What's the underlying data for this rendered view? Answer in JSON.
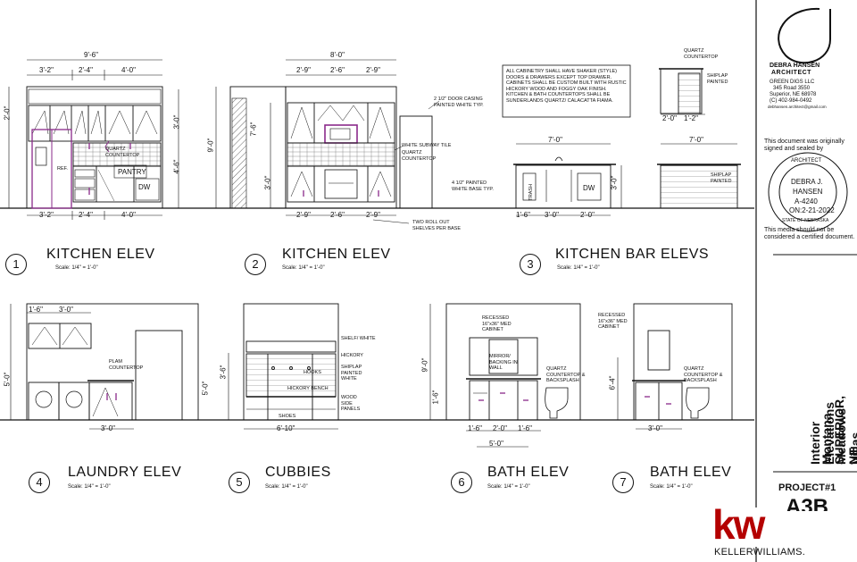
{
  "elevations": [
    {
      "number": "1",
      "title": "KITCHEN ELEV",
      "scale": "Scale:  1/4\" = 1'-0\""
    },
    {
      "number": "2",
      "title": "KITCHEN ELEV",
      "scale": "Scale:  1/4\" = 1'-0\""
    },
    {
      "number": "3",
      "title": "KITCHEN BAR ELEVS",
      "scale": "Scale:  1/4\" = 1'-0\""
    },
    {
      "number": "4",
      "title": "LAUNDRY ELEV",
      "scale": "Scale:  1/4\" = 1'-0\""
    },
    {
      "number": "5",
      "title": "CUBBIES",
      "scale": "Scale:  1/4\" = 1'-0\""
    },
    {
      "number": "6",
      "title": "BATH ELEV",
      "scale": "Scale:  1/4\" = 1'-0\""
    },
    {
      "number": "7",
      "title": "BATH ELEV",
      "scale": "Scale:  1/4\" = 1'-0\""
    }
  ],
  "dims": {
    "e1_total": "9'-6\"",
    "e1_a": "3'-2\"",
    "e1_b": "2'-4\"",
    "e1_c": "4'-0\"",
    "e1_left": "2'-0\"",
    "e1_right1": "3'-0\"",
    "e1_right2": "4'-6\"",
    "e2_total": "8'-0\"",
    "e2_a": "2'-9\"",
    "e2_b": "2'-6\"",
    "e2_c": "2'-9\"",
    "e2_h": "9'-0\"",
    "e2_h2": "7'-6\"",
    "e2_h3": "3'-0\"",
    "e3_a": "7'-0\"",
    "e3_b": "7'-0\"",
    "e3_c": "1'-6\"",
    "e3_d": "3'-0\"",
    "e3_e": "2'-0\"",
    "e3_f": "2'-0\"",
    "e3_g": "1'-2\"",
    "e3_h": "3'-0\"",
    "e4_a": "1'-6\"",
    "e4_b": "3'-0\"",
    "e4_c": "3'-0\"",
    "e4_h": "5'-0\"",
    "e5_w": "6'-10\"",
    "e5_h": "3'-6\"",
    "e5_h2": "5'-0\"",
    "e6_h": "9'-0\"",
    "e6_a": "1'-6\"",
    "e6_b": "2'-0\"",
    "e6_c": "1'-6\"",
    "e6_w": "5'-0\"",
    "e6_d": "1'-6\"",
    "e7_h": "6'-4\"",
    "e7_w": "3'-0\""
  },
  "labels": {
    "quartz_counter": "QUARTZ COUNTERTOP",
    "ref": "REF.",
    "pantry": "PANTRY",
    "dw": "DW",
    "trash": "TRASH",
    "door_casing": "2 1/2\" DOOR CASING PAINTED WHITE TYP.",
    "subway": "WHITE SUBWAY TILE",
    "quartz2": "QUARTZ COUNTERTOP",
    "base": "4 1/2\" PAINTED WHITE BASE TYP.",
    "rollout": "TWO ROLL OUT SHELVES PER BASE",
    "cab_note": "ALL CABINETRY SHALL HAVE SHAKER (STYLE) DOORS & DRAWERS EXCEPT TOP DRAWER. CABINETS SHALL BE CUSTOM BUILT WITH RUSTIC HICKORY WOOD AND FOGGY OAK FINISH. KITCHEN & BATH COUNTERTOPS SHALL BE SUNDERLANDS QUARTZ/ CALACATTA FIAMA.",
    "quartz3": "QUARTZ COUNTERTOP",
    "shiplap": "SHIPLAP PAINTED",
    "shiplap2": "SHIPLAP PAINTED",
    "plam": "PLAM COUNTERTOP",
    "shelf": "SHELF/ WHITE",
    "hickory": "HICKORY",
    "shiplap3": "SHIPLAP PAINTED WHITE",
    "hooks": "HOOKS",
    "hickory_bench": "HICKORY BENCH",
    "wood_side": "WOOD SIDE PANELS",
    "shoes": "SHOES",
    "recessed6": "RECESSED 16\"x36\" MED CABINET",
    "mirror": "MIRROR/ BACKING IN WALL",
    "quartz6": "QUARTZ COUNTERTOP & BACKSPLASH",
    "recessed7": "RECESSED 16\"x36\" MED CABINET",
    "quartz7": "QUARTZ COUNTERTOP & BACKSPLASH"
  },
  "title_block": {
    "firm": "DEBRA HANSEN",
    "firm2": "ARCHITECT",
    "company": "GREEN DIGS LLC",
    "addr1": "345 Road 3550",
    "addr2": "Superior, NE 68978",
    "phone": "(C) 402-984-0492",
    "email": "debhansen.architect@gmail.com",
    "seal_note": "This document was originally signed and sealed by",
    "seal_arch": "ARCHITECT",
    "seal_name1": "DEBRA J.",
    "seal_name2": "HANSEN",
    "seal_num": "A-4240",
    "seal_date": "ON:2-21-2022",
    "seal_state": "STATE OF NEBRASKA",
    "media_note": "This media should not be considered a certified document.",
    "sheet_title": "Interior Elevations",
    "project_name": "Montana Meadows Villas",
    "location": "SUPERIOR, NE",
    "project_no": "PROJECT#1",
    "sheet_no": "A3B"
  },
  "logo": {
    "mark": "kw",
    "name": "KELLERWILLIAMS.",
    "color": "#b40101"
  }
}
